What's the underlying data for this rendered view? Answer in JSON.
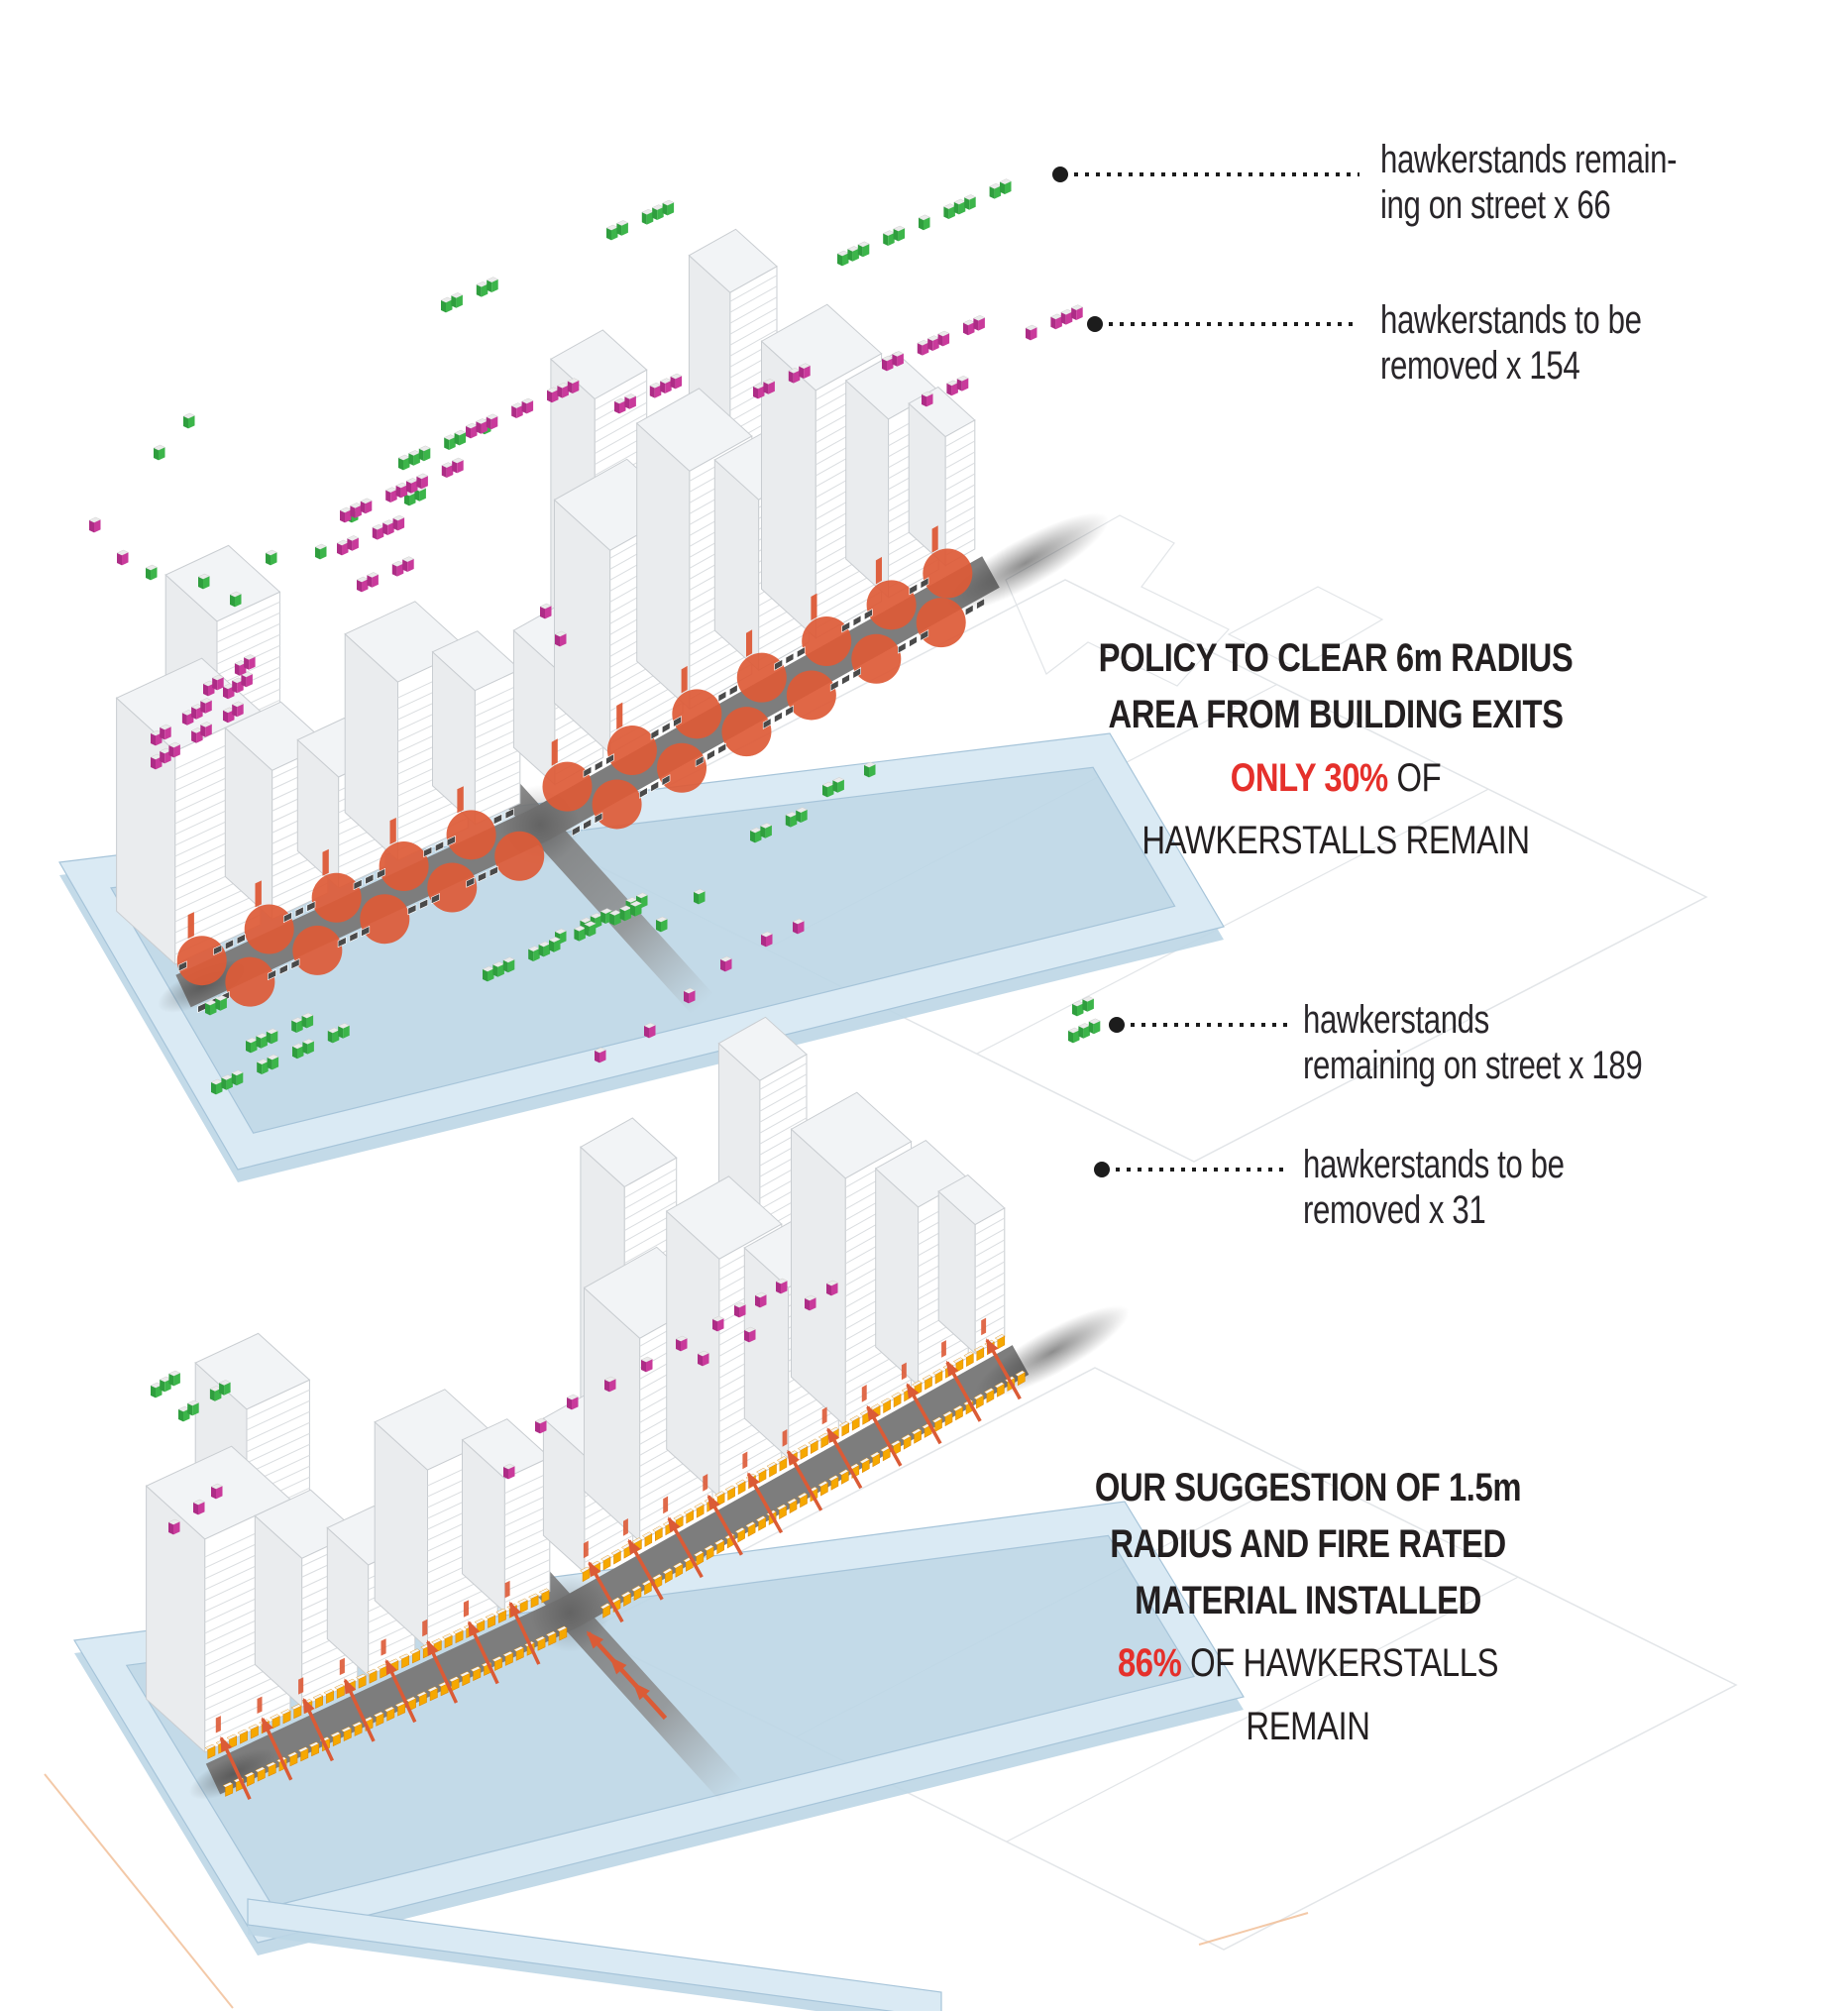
{
  "colors": {
    "background": "#ffffff",
    "text_dark": "#231f20",
    "accent_red": "#e5302b",
    "stand_remaining_green": "#3cb54a",
    "stand_remaining_green_dark": "#2f9e3e",
    "stand_removed_magenta": "#c93a9b",
    "stand_removed_magenta_dark": "#ad2c86",
    "clearance_red": "#dd5a36",
    "arrow_red": "#db5b36",
    "stall_dark": "#4a4a4a",
    "stall_yellow": "#f6a800",
    "stall_yellow_side": "#e08a00",
    "street_gray": "#7d7d7d",
    "walkway_blue": "#daeaf4",
    "walkway_blue_shade": "#bcd6e6",
    "walkway_edge": "#a6c4d9",
    "building_line": "#c9cdd1",
    "ghost_line": "#e2e5e8",
    "leader_black": "#1c1c1c"
  },
  "scene1": {
    "name": "policy-to-clear-6m-radius",
    "annotations": [
      {
        "line1": "hawkerstands remain-",
        "line2": "ing on street x 66"
      },
      {
        "line1": "hawkerstands to be",
        "line2": "removed x 154"
      }
    ],
    "headline": {
      "line1": "POLICY TO CLEAR 6m RADIUS",
      "line2": "AREA FROM BUILDING EXITS",
      "stat": "ONLY 30%",
      "stat_suffix": " OF",
      "line4": "HAWKERSTALLS REMAIN"
    },
    "stats": {
      "remaining_on_street": 66,
      "to_be_removed": 154,
      "percent_remaining": "30%"
    }
  },
  "scene2": {
    "name": "suggestion-1-5m-radius",
    "annotations": [
      {
        "line1": "hawkerstands",
        "line2": "remaining on street x 189"
      },
      {
        "line1": "hawkerstands to be",
        "line2": "removed x 31"
      }
    ],
    "headline": {
      "line1": "OUR SUGGESTION OF 1.5m",
      "line2": "RADIUS AND FIRE RATED",
      "line3": "MATERIAL INSTALLED",
      "stat": "86%",
      "stat_suffix": " OF HAWKERSTALLS",
      "line5": "REMAIN"
    },
    "stats": {
      "remaining_on_street": 189,
      "to_be_removed": 31,
      "percent_remaining": "86%"
    }
  }
}
